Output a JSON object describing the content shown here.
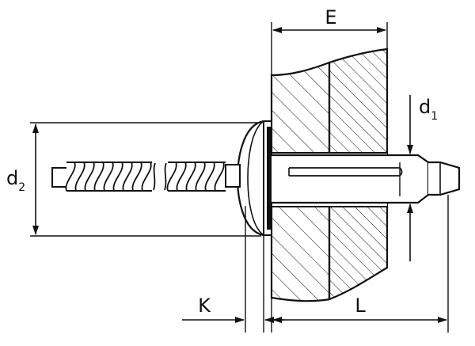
{
  "labels": {
    "E": "E",
    "d1": {
      "base": "d",
      "sub": "1"
    },
    "d2": {
      "base": "d",
      "sub": "2"
    },
    "K": "K",
    "L": "L"
  },
  "colors": {
    "ink": "#111111",
    "hatch": "#222222",
    "paper": "#ffffff"
  }
}
